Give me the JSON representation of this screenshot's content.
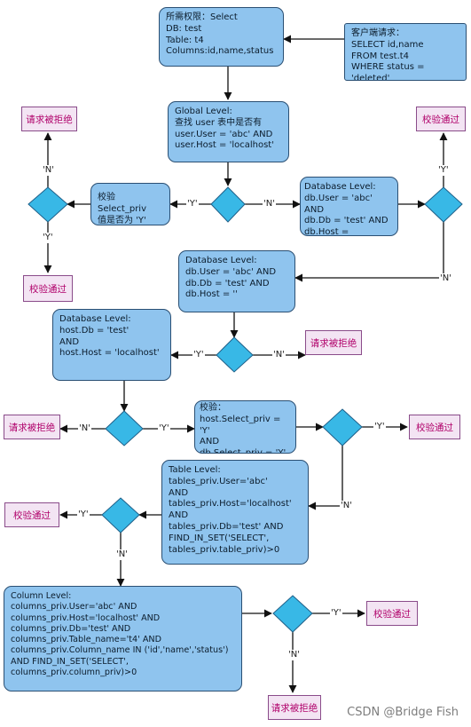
{
  "nodes": {
    "privilege": "所需权限：Select\nDB:          test\nTable:      t4\nColumns:id,name,status",
    "client_request": "客户端请求：\nSELECT id,name\nFROM test.t4\nWHERE status = 'deleted'",
    "global_level": "Global Level:\n查找 user 表中是否有\nuser.User = 'abc'  AND\nuser.Host = 'localhost'",
    "check_select_priv": "校验 Select_priv\n值是否为 'Y'",
    "database_level_1": "Database Level:\ndb.User = 'abc'  AND\ndb.Db = 'test' AND\ndb.Host = 'localhost'",
    "database_level_2": "Database Level:\ndb.User = 'abc'  AND\ndb.Db = 'test' AND\ndb.Host = ''",
    "host_level": "Database Level:\nhost.Db = 'test'\n AND\nhost.Host = 'localhost'",
    "check_host_db": "校验：\nhost.Select_priv = 'Y'\nAND\ndb.Select_priv = 'Y'",
    "table_level": "Table Level:\ntables_priv.User='abc'\n AND\ntables_priv.Host='localhost'\n AND\ntables_priv.Db='test' AND\n FIND_IN_SET('SELECT',\ntables_priv.table_priv)>0",
    "column_level": "Column Level:\ncolumns_priv.User='abc' AND\ncolumns_priv.Host='localhost' AND\ncolumns_priv.Db='test' AND\ncolumns_priv.Table_name='t4' AND\ncolumns_priv.Column_name IN ('id','name','status')\nAND FIND_IN_SET('SELECT',\ncolumns_priv.column_priv)>0"
  },
  "terminals": {
    "reject": "请求被拒绝",
    "pass": "校验通过"
  },
  "edge_labels": {
    "yes": "'Y'",
    "no": "'N'"
  },
  "watermark": "CSDN @Bridge Fish",
  "colors": {
    "process_fill": "#8fc4ee",
    "process_border": "#2a4f73",
    "decision_fill": "#38b8e6",
    "terminal_fill": "#f3e4f3",
    "terminal_text": "#b0006a"
  }
}
